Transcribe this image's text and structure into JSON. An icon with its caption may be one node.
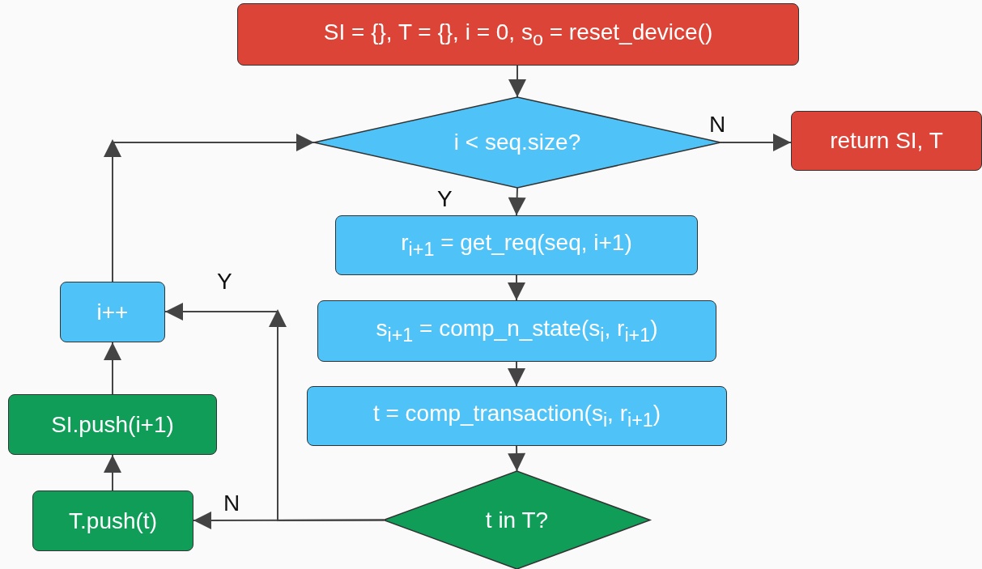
{
  "diagram": {
    "nodes": [
      {
        "text": [
          "SI = {}, T = {}, i = 0, s$_{o}$ = reset_device()"
        ]
      },
      {
        "text": [
          "i < seq.size?"
        ]
      },
      {
        "text": [
          "return SI, T"
        ]
      },
      {
        "text": [
          "r$_{i+1}$ = get_req(seq, i+1)"
        ]
      },
      {
        "text": [
          "s$_{i+1}$ = comp_n_state(s$_{i}$, r$_{i+1}$)"
        ]
      },
      {
        "text": [
          "t = comp_transaction(s$_{i}$, r$_{i+1}$)"
        ]
      },
      {
        "text": [
          "t in T?"
        ]
      },
      {
        "text": [
          "T.push(t)"
        ]
      },
      {
        "text": [
          "SI.push(i+1)"
        ]
      },
      {
        "text": [
          "i++"
        ]
      }
    ],
    "edges": [
      {
        "from": 0,
        "to": 1,
        "arrow": "to"
      },
      {
        "from": 1,
        "to": 2,
        "arrow": "to",
        "label": "N"
      },
      {
        "from": 1,
        "to": 3,
        "arrow": "to",
        "label": "Y"
      },
      {
        "from": 3,
        "to": 4,
        "arrow": "to"
      },
      {
        "from": 4,
        "to": 5,
        "arrow": "to"
      },
      {
        "from": 5,
        "to": 6,
        "arrow": "to"
      },
      {
        "from": 6,
        "to": 7,
        "arrow": "to",
        "label": "N"
      },
      {
        "from": 6,
        "to": 9,
        "arrow": "to",
        "label": "Y"
      },
      {
        "from": 7,
        "to": 8,
        "arrow": "to"
      },
      {
        "from": 8,
        "to": 9,
        "arrow": "to"
      },
      {
        "from": 9,
        "to": 1,
        "arrow": "to"
      }
    ]
  }
}
